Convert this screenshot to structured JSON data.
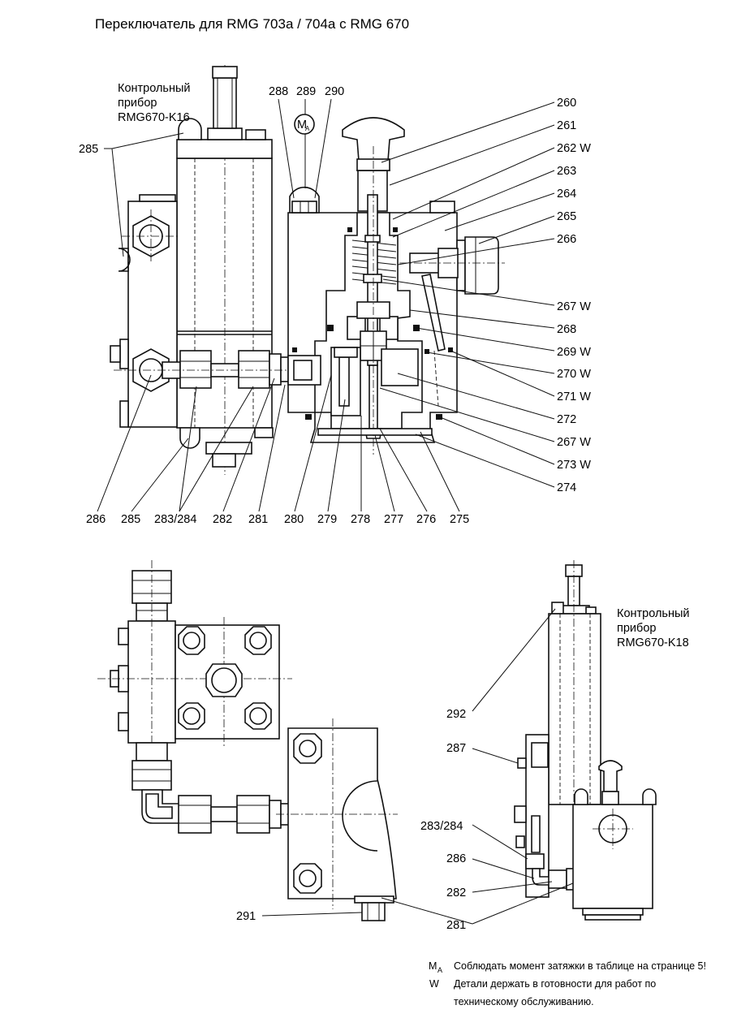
{
  "title": "Переключатель для RMG 703a / 704a c RMG 670",
  "instrument_top": {
    "line1": "Контрольный",
    "line2": "прибор",
    "line3": "RMG670-K16"
  },
  "instrument_bottom": {
    "line1": "Контрольный",
    "line2": "прибор",
    "line3": "RMG670-K18"
  },
  "torque_symbol": "M",
  "torque_sub": "A",
  "labels": {
    "l260": "260",
    "l261": "261",
    "l262": "262 W",
    "l263": "263",
    "l264": "264",
    "l265": "265",
    "l266": "266",
    "l267a": "267 W",
    "l268": "268",
    "l269": "269 W",
    "l270": "270 W",
    "l271": "271 W",
    "l272": "272",
    "l267b": "267 W",
    "l273": "273 W",
    "l274": "274",
    "l285a": "285",
    "l288": "288",
    "l289": "289",
    "l290": "290",
    "l286a": "286",
    "l285b": "285",
    "l283a": "283/284",
    "l282a": "282",
    "l281a": "281",
    "l280": "280",
    "l279": "279",
    "l278": "278",
    "l277": "277",
    "l276": "276",
    "l275": "275",
    "l292": "292",
    "l287": "287",
    "l283b": "283/284",
    "l286b": "286",
    "l282b": "282",
    "l281b": "281",
    "l291": "291"
  },
  "legend": {
    "ma_sym": "M",
    "ma_sub": "A",
    "ma_text": "Соблюдать момент затяжки в таблице на странице 5!",
    "w_sym": "W",
    "w_text1": "Детали держать в готовности для работ по",
    "w_text2": "техническому обслуживанию."
  }
}
